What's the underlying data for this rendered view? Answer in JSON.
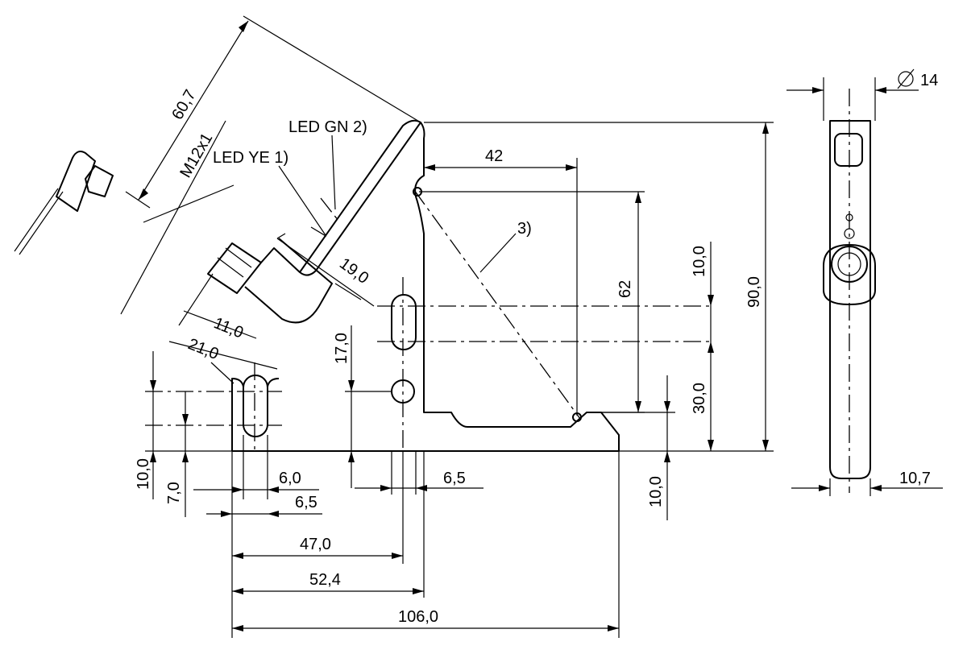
{
  "dimensions": {
    "d60_7": "60,7",
    "thread": "M12x1",
    "d19_0": "19,0",
    "d11_0": "11,0",
    "d21_0": "21,0",
    "d42": "42",
    "d62": "62",
    "d17_0": "17,0",
    "d10_0_right": "10,0",
    "d30_0": "30,0",
    "d90_0": "90,0",
    "d10_0_left": "10,0",
    "d7_0": "7,0",
    "d6_0": "6,0",
    "d6_5_left": "6,5",
    "d6_5_right": "6,5",
    "d10_0_bottom": "10,0",
    "d47_0": "47,0",
    "d52_4": "52,4",
    "d106_0": "106,0",
    "diameter": "14",
    "d10_7": "10,7"
  },
  "labels": {
    "led_gn": "LED GN 2)",
    "led_ye": "LED YE 1)",
    "note3": "3)"
  },
  "colors": {
    "line": "#000000",
    "background": "#ffffff"
  }
}
